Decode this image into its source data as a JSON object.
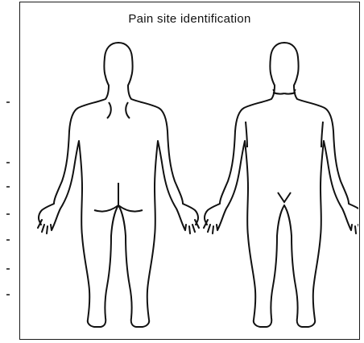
{
  "diagram": {
    "title": "Pain site identification",
    "figures": [
      {
        "view": "back"
      },
      {
        "view": "front"
      }
    ]
  },
  "colors": {
    "line": "#111111",
    "background": "#ffffff"
  }
}
